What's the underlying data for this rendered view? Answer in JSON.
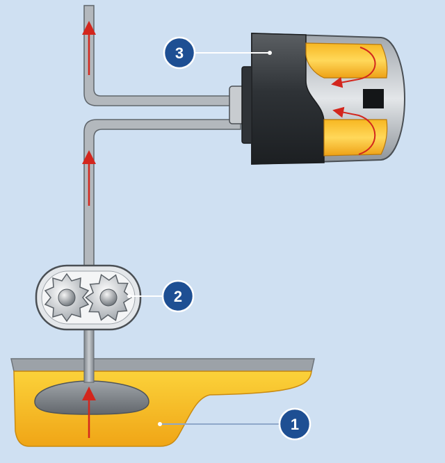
{
  "diagram": {
    "colors": {
      "background": "#cfe0f2",
      "oil_yellow": "#f6c21c",
      "oil_orange": "#e99b12",
      "pipe": "#9aa0a6",
      "arrow": "#d3261d",
      "badge": "#1e4f93"
    },
    "callouts": [
      {
        "label": "1",
        "refers_to": "oil-sump"
      },
      {
        "label": "2",
        "refers_to": "gear-pump"
      },
      {
        "label": "3",
        "refers_to": "oil-filter"
      }
    ]
  }
}
